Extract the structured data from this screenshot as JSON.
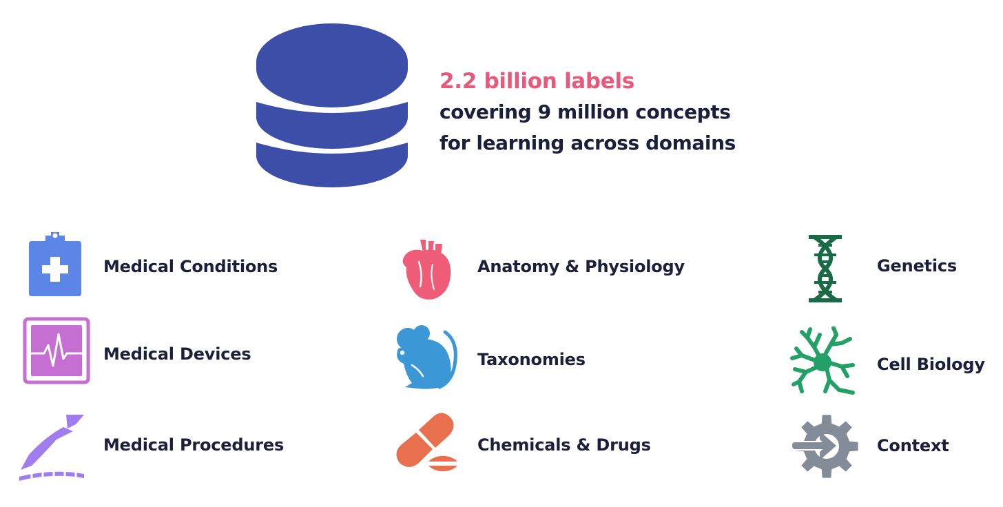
{
  "headline": {
    "accent_text": "2.2 billion labels",
    "line_2": "covering 9 million concepts",
    "line_3": "for learning across domains"
  },
  "colors": {
    "accent": "#e8587a",
    "text": "#1b1f3b",
    "database": "#3c4ea8",
    "medical_conditions": "#5b86e8",
    "medical_devices": "#c46fd1",
    "medical_procedures": "#9f7cf0",
    "anatomy": "#ef5c77",
    "taxonomies": "#3b97d6",
    "chemicals": "#e8704f",
    "genetics": "#186b44",
    "cell_biology": "#22a066",
    "context": "#858c99"
  },
  "domains": [
    {
      "label": "Medical Conditions",
      "icon": "clipboard-medical-icon"
    },
    {
      "label": "Medical Devices",
      "icon": "heart-monitor-icon"
    },
    {
      "label": "Medical Procedures",
      "icon": "scalpel-incision-icon"
    },
    {
      "label": "Anatomy & Physiology",
      "icon": "anatomical-heart-icon"
    },
    {
      "label": "Taxonomies",
      "icon": "mouse-icon"
    },
    {
      "label": "Chemicals & Drugs",
      "icon": "pills-icon"
    },
    {
      "label": "Genetics",
      "icon": "dna-icon"
    },
    {
      "label": "Cell Biology",
      "icon": "neuron-icon"
    },
    {
      "label": "Context",
      "icon": "gear-arrow-icon"
    }
  ]
}
